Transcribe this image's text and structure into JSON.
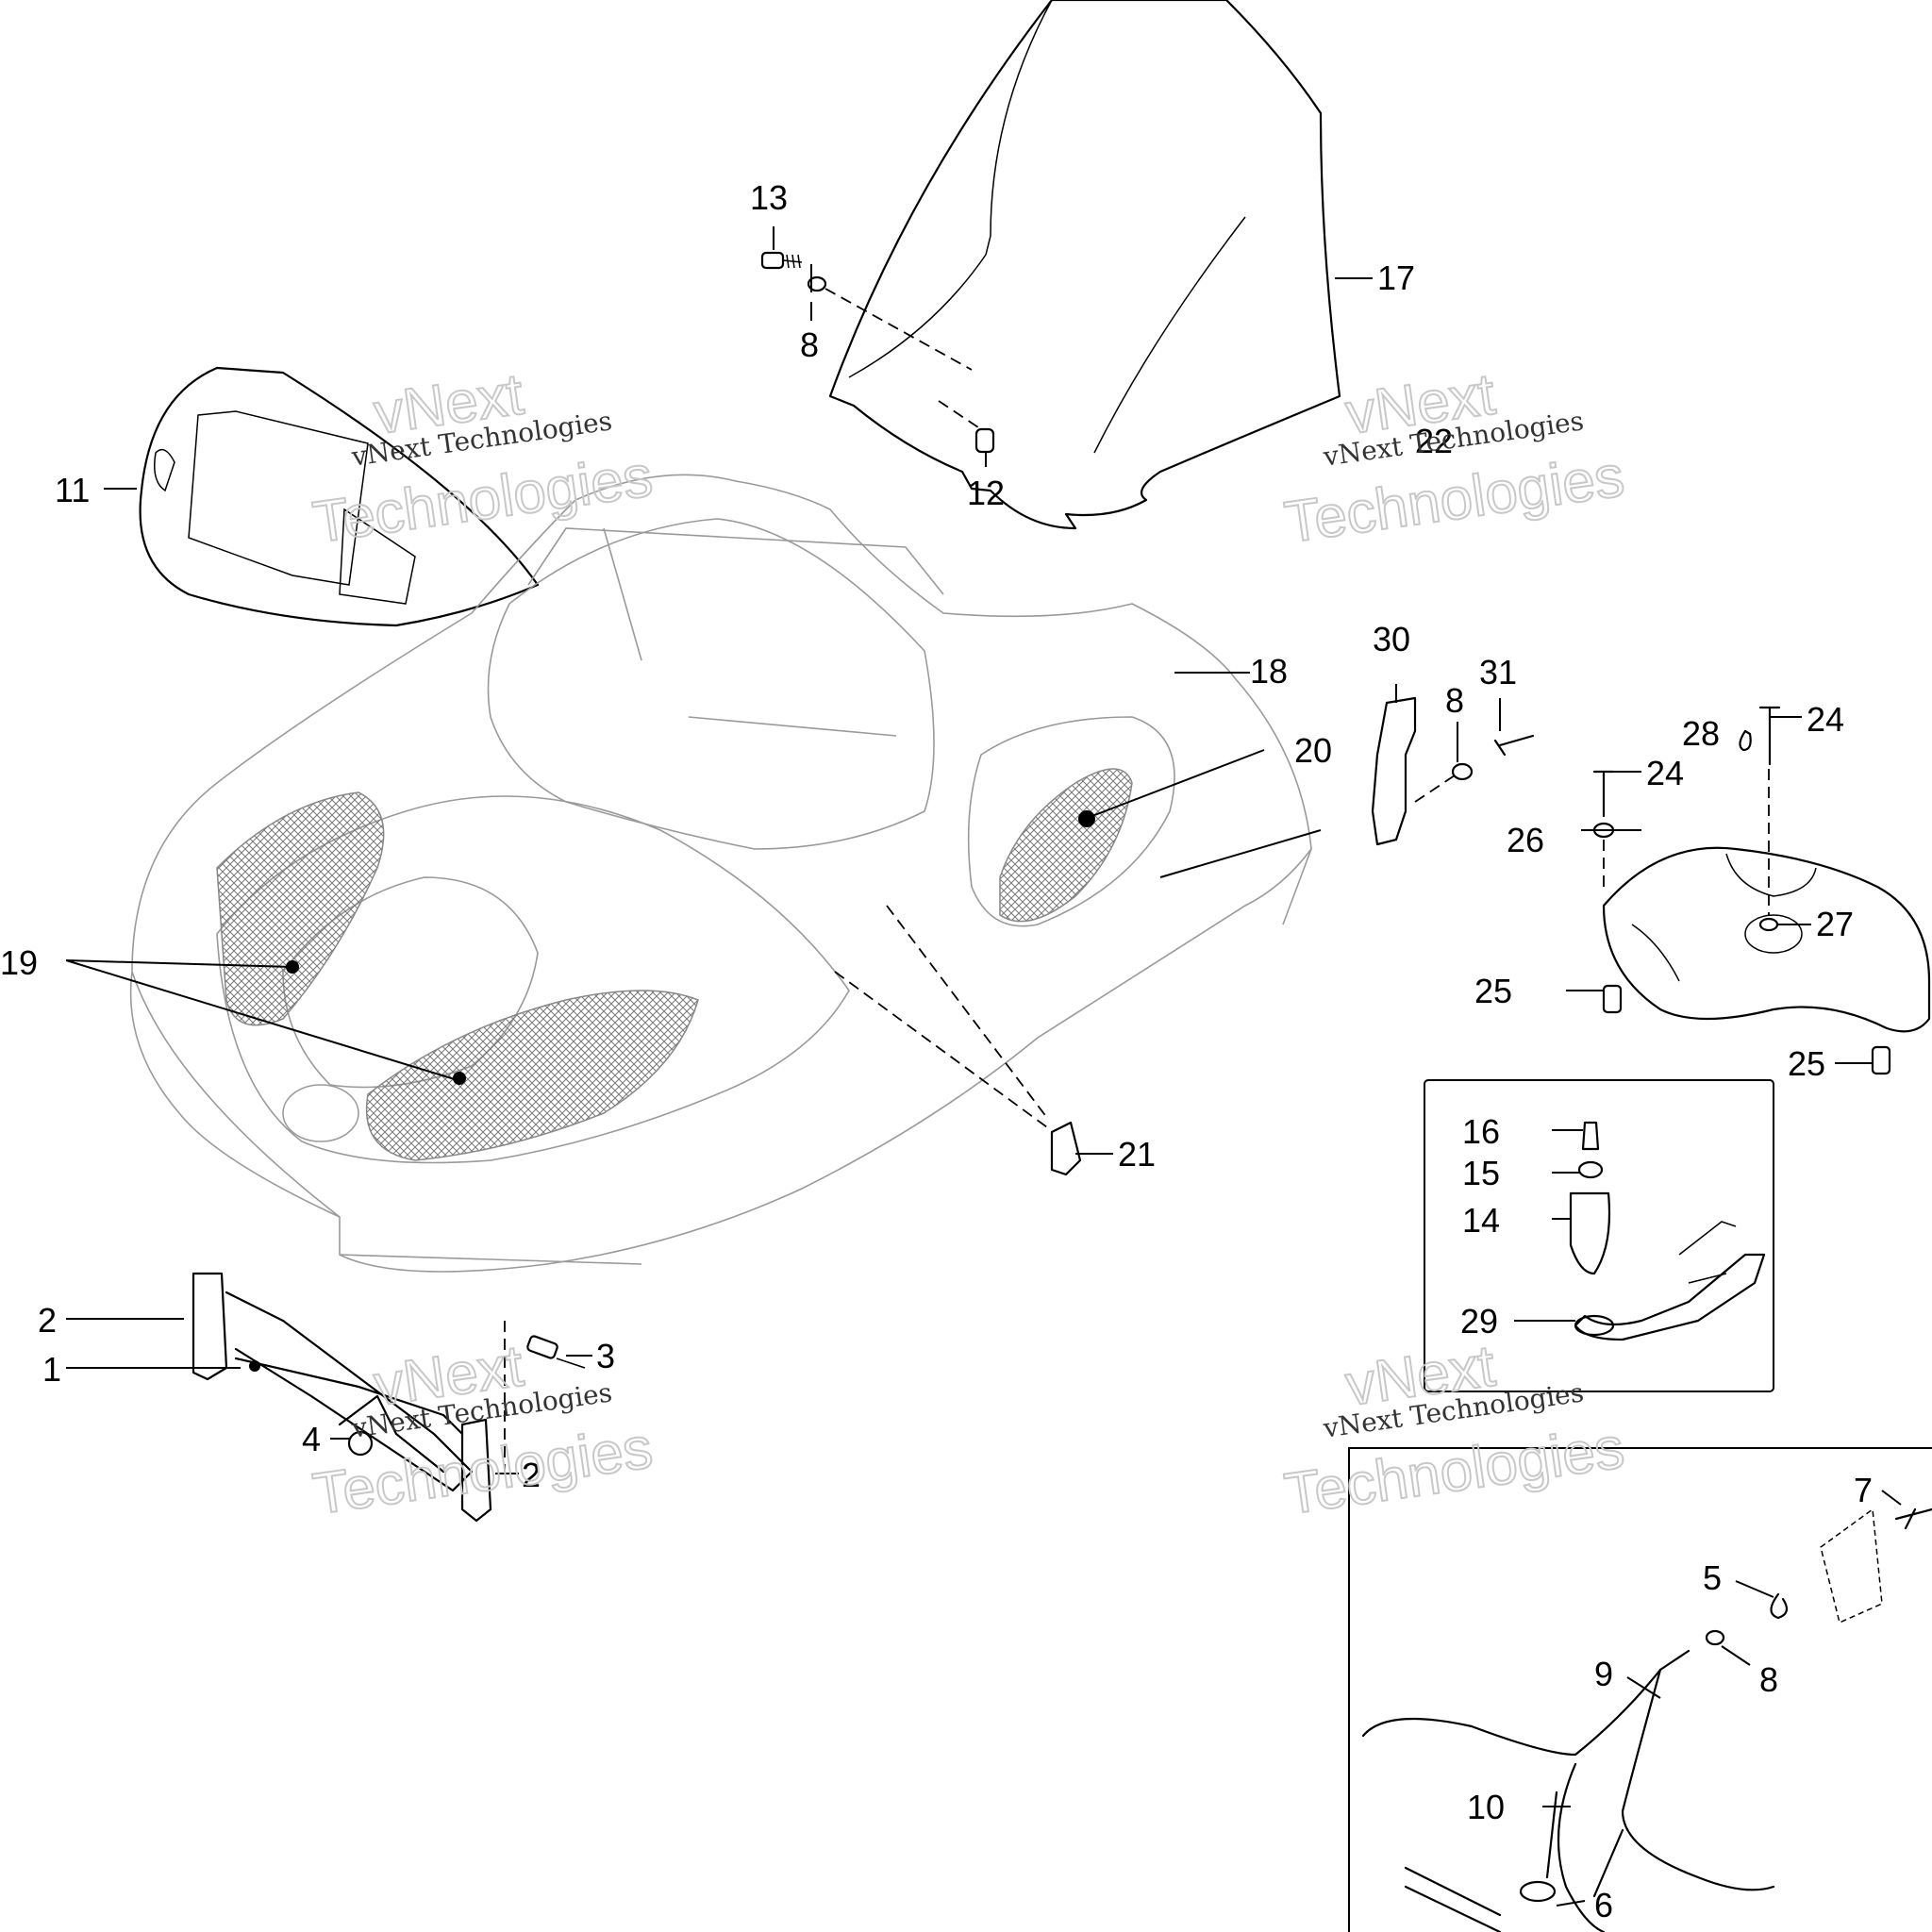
{
  "callouts": {
    "c1": "1",
    "c2a": "2",
    "c2b": "2",
    "c3": "3",
    "c4": "4",
    "c5": "5",
    "c6": "6",
    "c7": "7",
    "c8a": "8",
    "c8b": "8",
    "c8c": "8",
    "c9": "9",
    "c10": "10",
    "c11": "11",
    "c12": "12",
    "c13": "13",
    "c14": "14",
    "c15": "15",
    "c16": "16",
    "c17": "17",
    "c18": "18",
    "c19": "19",
    "c20": "20",
    "c21": "21",
    "c22": "22",
    "c24a": "24",
    "c24b": "24",
    "c25a": "25",
    "c25b": "25",
    "c26": "26",
    "c27": "27",
    "c28": "28",
    "c29": "29",
    "c30": "30",
    "c31": "31"
  },
  "watermark": {
    "line1": "vNext",
    "line2": "vNext Technologies",
    "line3": "Technologies"
  }
}
